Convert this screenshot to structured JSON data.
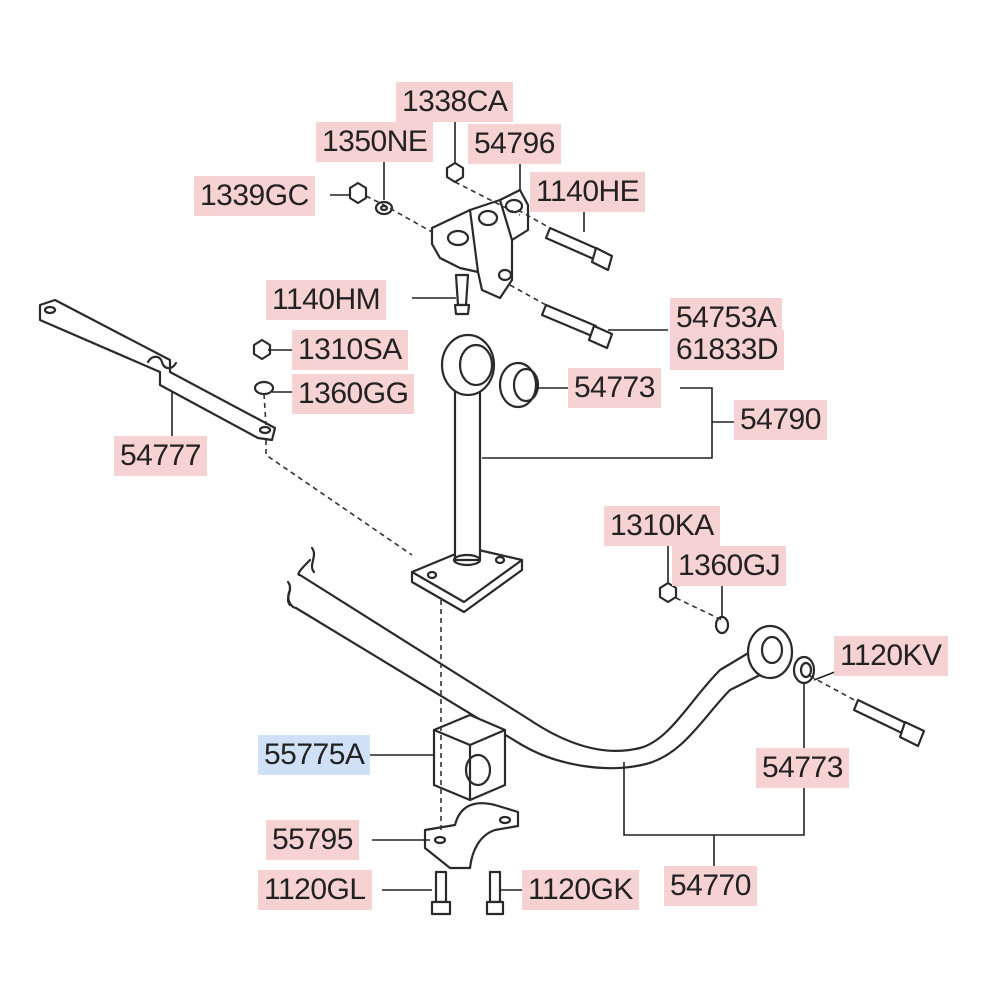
{
  "labels": {
    "p1338CA": "1338CA",
    "p1350NE": "1350NE",
    "p54796": "54796",
    "p1339GC": "1339GC",
    "p1140HE": "1140HE",
    "p1140HM": "1140HM",
    "p54753A": "54753A",
    "p61833D": "61833D",
    "p1310SA": "1310SA",
    "p1360GG": "1360GG",
    "p54773a": "54773",
    "p54790": "54790",
    "p54777": "54777",
    "p1310KA": "1310KA",
    "p1360GJ": "1360GJ",
    "p1120KV": "1120KV",
    "p55775A": "55775A",
    "p54773b": "54773",
    "p55795": "55795",
    "p54770": "54770",
    "p1120GL": "1120GL",
    "p1120GK": "1120GK"
  },
  "colors": {
    "label_bg": "#f7d2d2",
    "highlight_bg": "#cfe0f7",
    "line": "#2a2a2a"
  }
}
